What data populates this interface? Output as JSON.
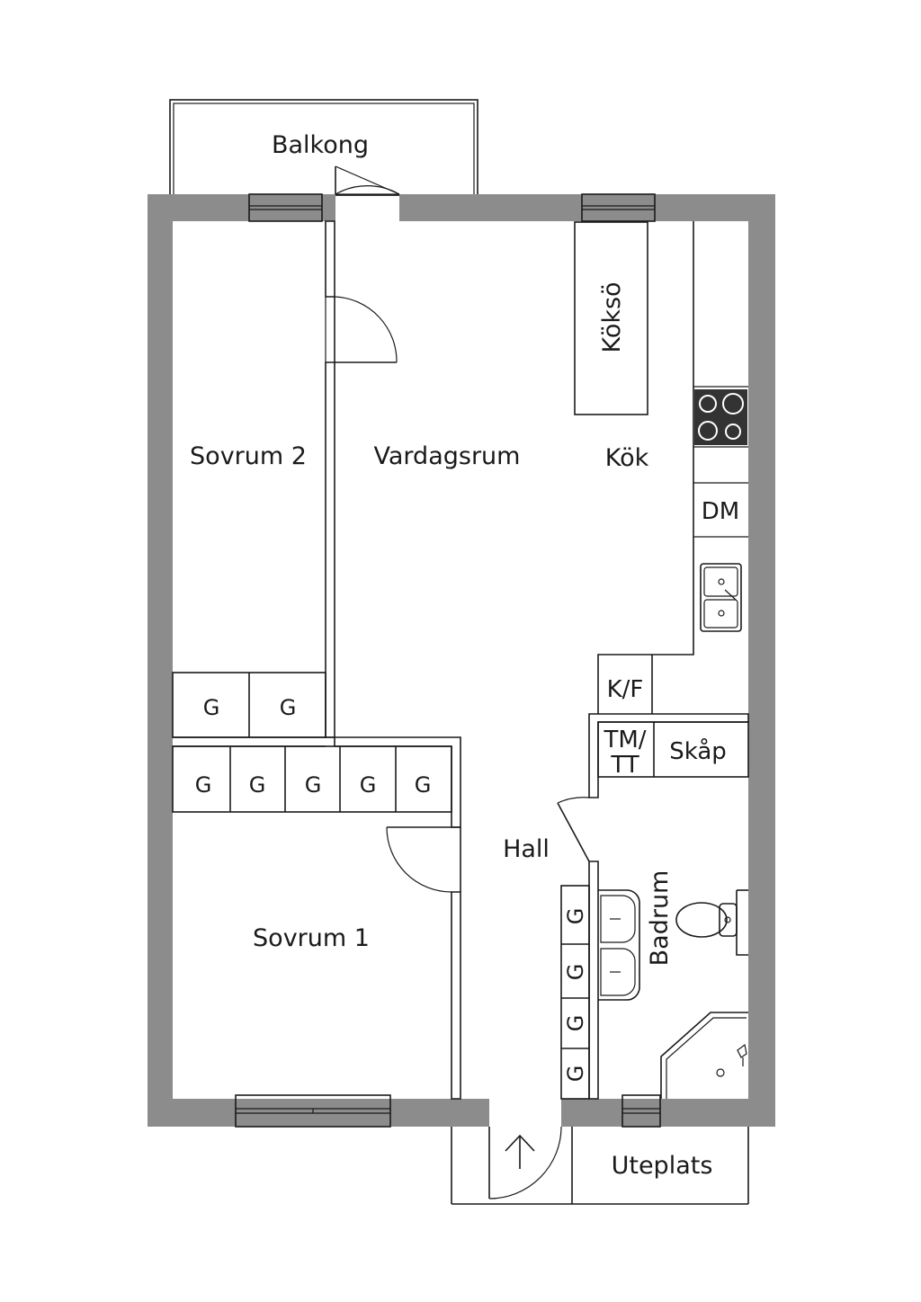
{
  "rooms": {
    "balkong": "Balkong",
    "sovrum2": "Sovrum 2",
    "vardagsrum": "Vardagsrum",
    "kok": "Kök",
    "kokso": "Köksö",
    "dm": "DM",
    "kf": "K/F",
    "tm_tt_line1": "TM/",
    "tm_tt_line2": "TT",
    "skap": "Skåp",
    "hall": "Hall",
    "badrum": "Badrum",
    "sovrum1": "Sovrum 1",
    "uteplats": "Uteplats"
  },
  "wardrobe_label": "G",
  "colors": {
    "wall": "#8c8c8c",
    "line": "#1a1a1a",
    "stove": "#333333"
  }
}
